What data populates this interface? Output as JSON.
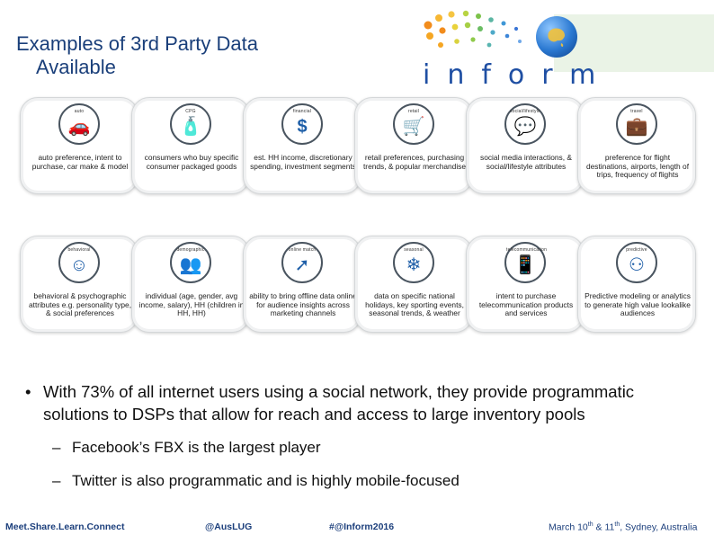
{
  "slide": {
    "title_line1": "Examples of 3rd Party Data",
    "title_line2": "Available"
  },
  "logo": {
    "word": "inform"
  },
  "tiles": [
    {
      "category": "auto",
      "icon": "car-icon",
      "glyph": "🚗",
      "desc": "auto preference, intent to purchase, car make & model"
    },
    {
      "category": "CPG",
      "icon": "bottle-icon",
      "glyph": "🧴",
      "desc": "consumers who buy specific consumer packaged goods"
    },
    {
      "category": "financial",
      "icon": "dollar-icon",
      "glyph": "$",
      "desc": "est. HH income, discretionary spending, investment segments"
    },
    {
      "category": "retail",
      "icon": "shopping-cart-icon",
      "glyph": "🛒",
      "desc": "retail preferences, purchasing trends, & popular merchandise"
    },
    {
      "category": "social/lifestyle",
      "icon": "speech-bubbles-icon",
      "glyph": "💬",
      "desc": "social media interactions, & social/lifestyle attributes"
    },
    {
      "category": "travel",
      "icon": "suitcase-icon",
      "glyph": "💼",
      "desc": "preference for flight destinations, airports, length of trips, frequency of flights"
    },
    {
      "category": "behavioral",
      "icon": "smiley-face-icon",
      "glyph": "☺",
      "desc": "behavioral & psychographic attributes e.g. personality type, & social preferences"
    },
    {
      "category": "demographic",
      "icon": "people-icon",
      "glyph": "👥",
      "desc": "individual (age, gender, avg income, salary), HH (children in HH, HH)"
    },
    {
      "category": "online match",
      "icon": "cursor-click-icon",
      "glyph": "➚",
      "desc": "ability to bring offline data online for audience insights across marketing channels"
    },
    {
      "category": "seasonal",
      "icon": "snowflake-sun-icon",
      "glyph": "❄",
      "desc": "data on specific national holidays, key sporting events, seasonal trends, & weather"
    },
    {
      "category": "telecommunication",
      "icon": "mobile-phone-icon",
      "glyph": "📱",
      "desc": "intent to purchase telecommunication products and services"
    },
    {
      "category": "predictive",
      "icon": "network-people-icon",
      "glyph": "⚇",
      "desc": "Predictive modeling or analytics to generate high value lookalike audiences"
    }
  ],
  "bullets": {
    "main": "With 73% of all internet users using a social network, they provide programmatic solutions to DSPs that allow for reach and access to large inventory pools",
    "sub1": "Facebook’s FBX is the largest player",
    "sub2": "Twitter is also programmatic and is highly mobile-focused",
    "bullet_mark": "•",
    "dash_mark": "–"
  },
  "footer": {
    "tagline": "Meet.Share.Learn.Connect",
    "handle": "@AusLUG",
    "hashtag": "#@Inform2016",
    "date_prefix": "March 10",
    "date_sup1": "th",
    "date_mid": " & 11",
    "date_sup2": "th",
    "date_suffix": ", Sydney, Australia"
  },
  "colors": {
    "title": "#1a3f7a",
    "logo_text": "#1f4fa3",
    "icon": "#1f5fa8",
    "footer": "#1c3f7c"
  }
}
